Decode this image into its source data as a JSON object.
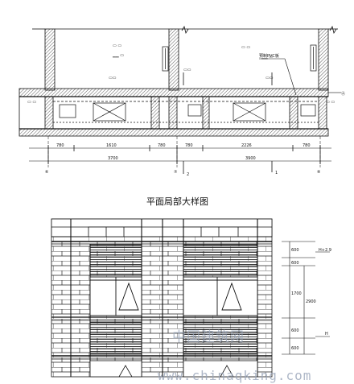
{
  "drawing": {
    "plan_title": "平面局部大样图",
    "grid_axes": [
      "⑥",
      "⑦",
      "⑧"
    ],
    "side_axis": "Ⓐ",
    "callout_labels": [
      "2",
      "1"
    ],
    "plan_dims_row1": [
      "780",
      "1610",
      "780",
      "780",
      "2226",
      "780"
    ],
    "plan_dims_row2": [
      "3700",
      "3900"
    ],
    "elev_level_top": "H+2.9",
    "elev_level_bottom": "H",
    "elev_dims": [
      "600",
      "600",
      "1700",
      "2900",
      "600",
      "600"
    ],
    "leader_text": "预制PVC板",
    "watermark_cn": "中国建筑网",
    "watermark_url": "www.chinaqking.com"
  }
}
